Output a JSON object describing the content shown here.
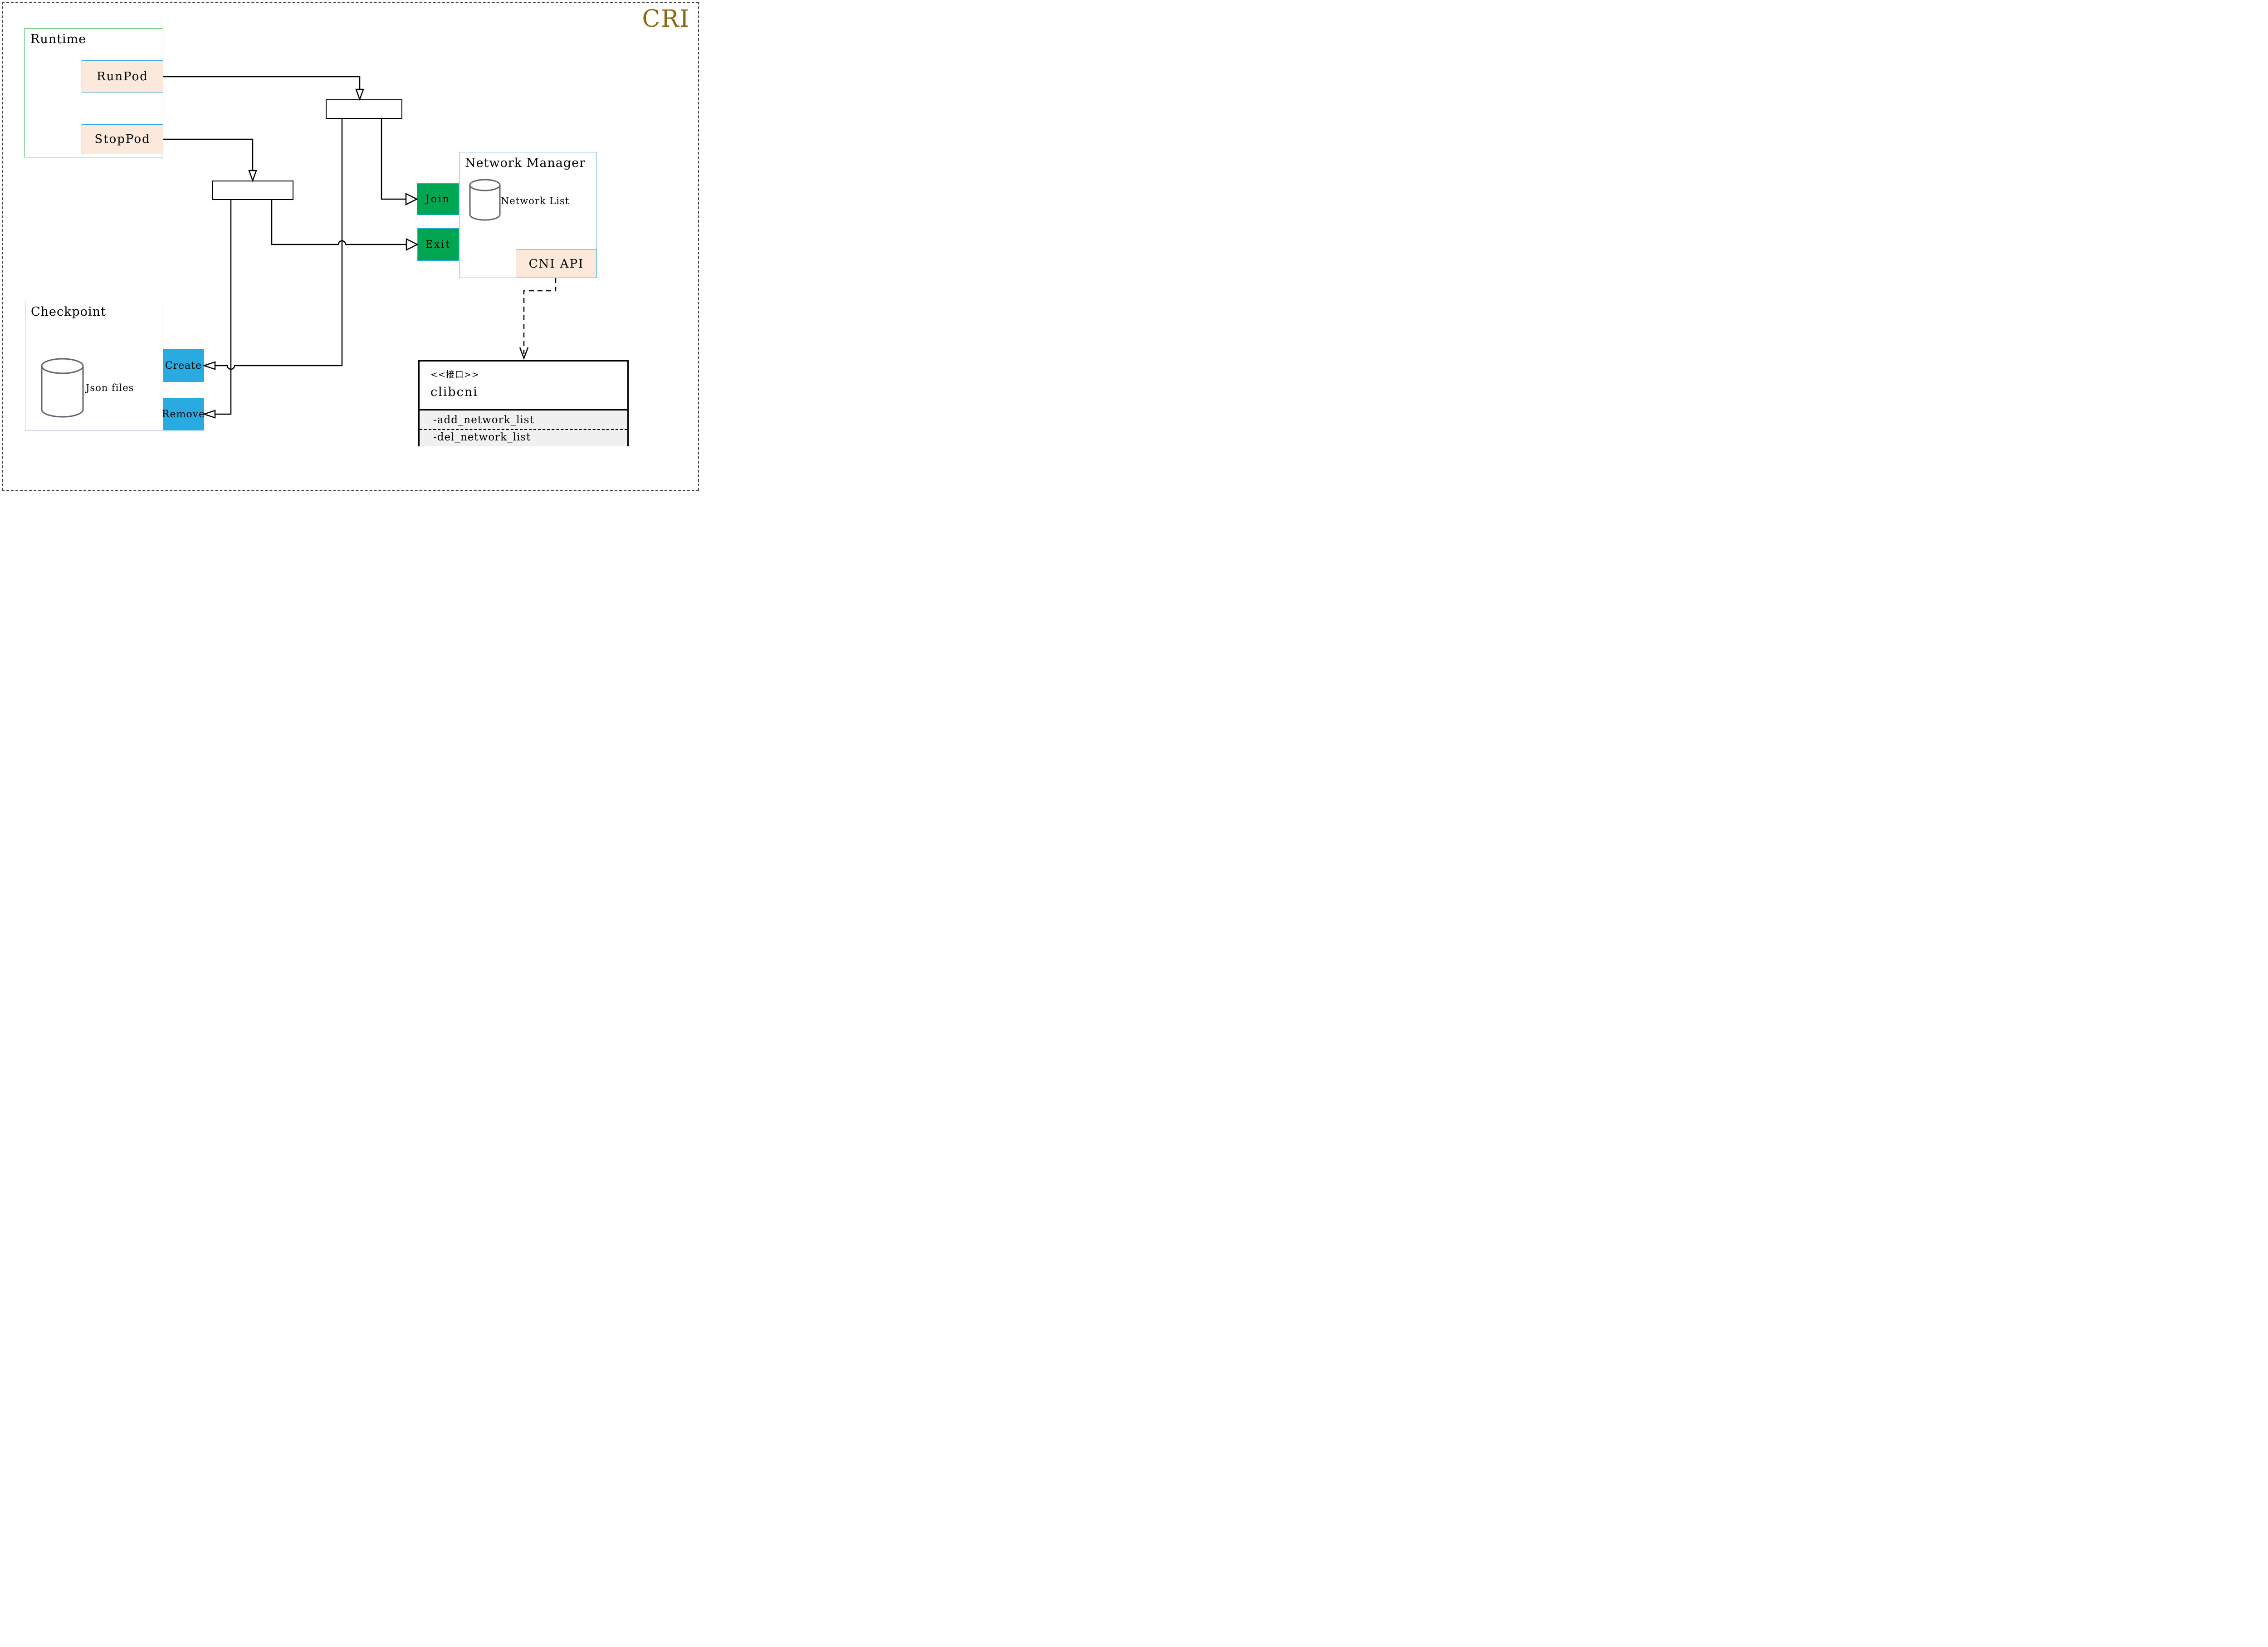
{
  "page": {
    "title": "CRI"
  },
  "colors": {
    "title": "#8B6914",
    "runtime_border": "#39B54A",
    "network_manager_border": "#75B1E0",
    "checkpoint_border": "#A79CC8",
    "cyan_border": "#29ABE2",
    "peach_fill": "#FCE9DB",
    "green_button": "#00A651",
    "blue_button": "#29ABE2",
    "cylinder_stroke": "#666666",
    "attrs_background": "#F0F0F0"
  },
  "runtime": {
    "label": "Runtime",
    "buttons": [
      {
        "label": "RunPod"
      },
      {
        "label": "StopPod"
      }
    ]
  },
  "network_manager": {
    "label": "Network Manager",
    "database_label": "Network List",
    "join_label": "Join",
    "exit_label": "Exit",
    "api_label": "CNI API"
  },
  "checkpoint": {
    "label": "Checkpoint",
    "database_label": "Json files",
    "create_label": "Create",
    "remove_label": "Remove"
  },
  "clibcni": {
    "stereotype": "<<接口>>",
    "name": "clibcni",
    "methods": [
      {
        "label": "-add_network_list"
      },
      {
        "label": "-del_network_list"
      }
    ]
  }
}
